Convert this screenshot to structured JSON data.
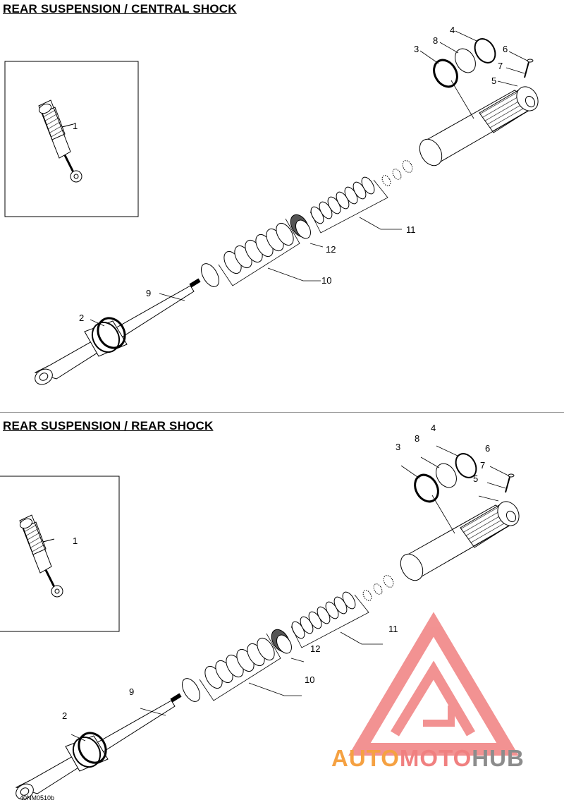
{
  "sections": [
    {
      "title": "REAR SUSPENSION / CENTRAL SHOCK"
    },
    {
      "title": "REAR SUSPENSION / REAR SHOCK"
    }
  ],
  "callouts": [
    "1",
    "2",
    "3",
    "4",
    "5",
    "6",
    "7",
    "8",
    "9",
    "10",
    "11",
    "12"
  ],
  "drawing_code": "40NM0510b",
  "watermark": {
    "part1": "AUTO",
    "part2": "MOTO",
    "part3": "HUB",
    "color_red": "#f08080",
    "color_orange": "#f5a142",
    "color_gray": "#8c8c8c"
  }
}
